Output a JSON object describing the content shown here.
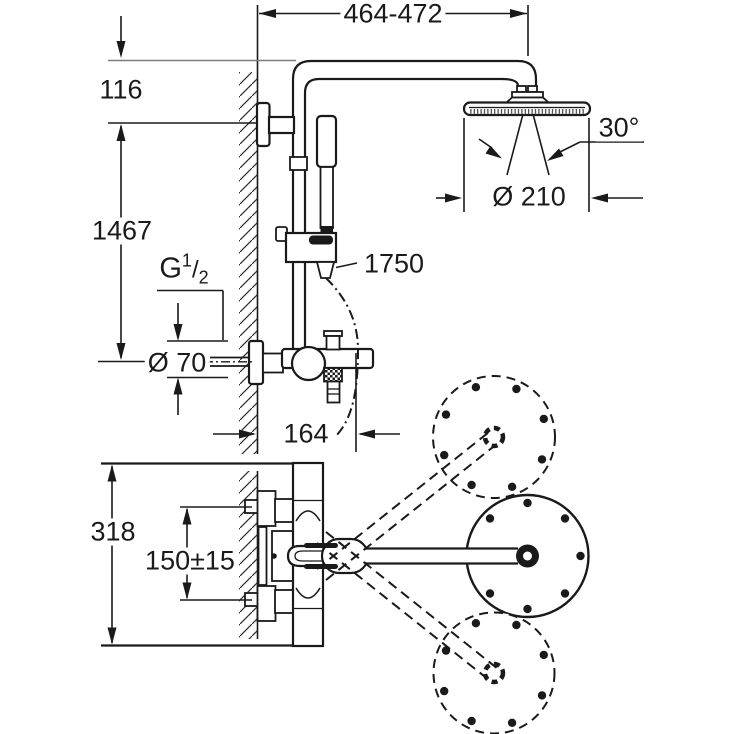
{
  "drawing": {
    "title": "Shower system installation dimension drawing",
    "colors": {
      "line": "#1a1a1a",
      "reference_line": "#7d7d7d",
      "background": "#ffffff"
    },
    "dimensions": {
      "width_range": "464-472",
      "head_offset": "116",
      "install_height": "1467",
      "hose_length": "1750",
      "spray_angle": "30°",
      "head_diameter": "Ø 210",
      "thread": {
        "prefix": "G",
        "numerator": "1",
        "slash": "/",
        "denominator": "2"
      },
      "rosette_diameter": "Ø 70",
      "projection": "164",
      "plan_depth": "318",
      "inlet_spacing": "150±15"
    }
  }
}
